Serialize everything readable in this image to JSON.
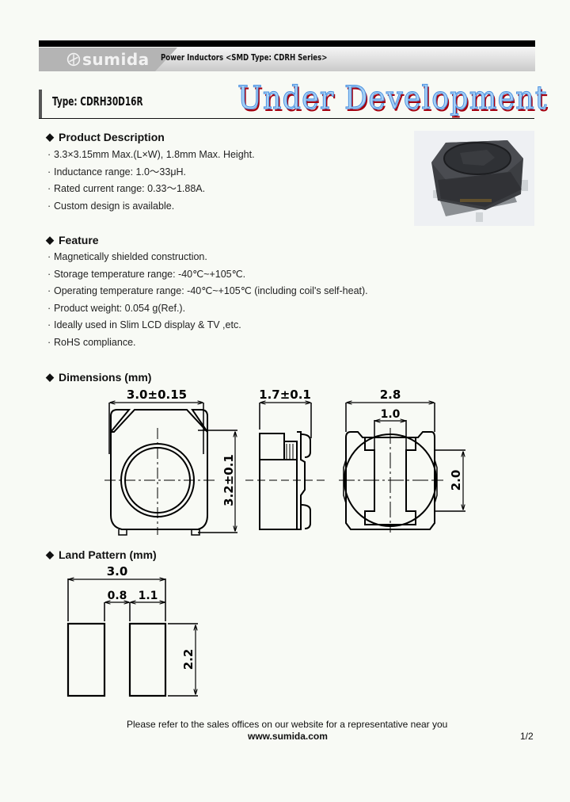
{
  "header": {
    "logo_text": "sumida",
    "banner_title": "Power Inductors <SMD Type: CDRH Series>",
    "type_label": "Type: CDRH30D16R",
    "stamp": "Under Development",
    "colors": {
      "top_bar": "#000000",
      "logo_panel": "#b4b4b4",
      "stamp_fill": "#a6d0f5",
      "stamp_outline": "#4a90e0",
      "stamp_shadow": "#a30010"
    }
  },
  "product_description": {
    "heading": "Product Description",
    "bullet_icon": "diamond-icon",
    "items": [
      "3.3×3.15mm Max.(L×W), 1.8mm Max. Height.",
      "Inductance range: 1.0～33μH.",
      "Rated current range: 0.33～1.88A.",
      "Custom design is available."
    ]
  },
  "feature": {
    "heading": "Feature",
    "items": [
      "Magnetically shielded construction.",
      "Storage temperature range: -40℃~+105℃.",
      "Operating temperature range: -40℃~+105℃ (including coil's self-heat).",
      "Product weight: 0.054 g(Ref.).",
      "Ideally used in Slim LCD display & TV ,etc.",
      "RoHS compliance."
    ]
  },
  "product_photo": {
    "alt": "SMD power inductor photo"
  },
  "dimensions": {
    "heading": "Dimensions (mm)",
    "top_view": {
      "width_label": "3.0±0.15",
      "height_label": "3.2±0.1"
    },
    "side_view": {
      "thickness_label": "1.7±0.1"
    },
    "bottom_view": {
      "width_label": "2.8",
      "gap_label": "1.0",
      "terminal_height_label": "2.0"
    }
  },
  "land_pattern": {
    "heading": "Land Pattern (mm)",
    "overall_width_label": "3.0",
    "gap_label": "0.8",
    "pad_width_label": "1.1",
    "pad_height_label": "2.2"
  },
  "footer": {
    "note": "Please refer to the sales offices on our website for a representative near you",
    "url": "www.sumida.com",
    "page": "1/2"
  },
  "bullet_glyph": "・",
  "diamond_glyph": "◆"
}
